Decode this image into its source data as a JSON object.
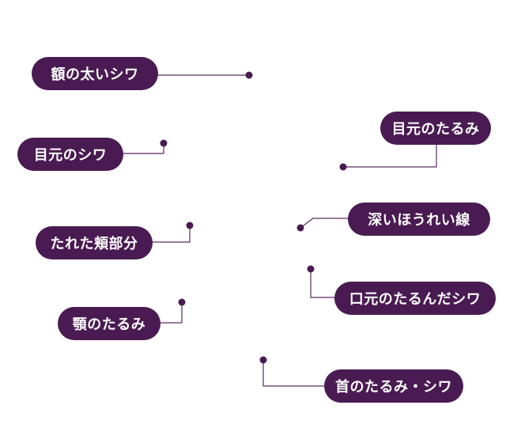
{
  "colors": {
    "accent": "#4a1b52",
    "line": "#5a2a60"
  },
  "labels": {
    "forehead": "額の太いシワ",
    "eye_wrinkle": "目元のシワ",
    "cheek": "たれた頬部分",
    "jaw": "顎のたるみ",
    "eye_sag": "目元のたるみ",
    "nasolabial": "深いほうれい線",
    "mouth": "口元のたるんだシワ",
    "neck": "首のたるみ・シワ"
  }
}
